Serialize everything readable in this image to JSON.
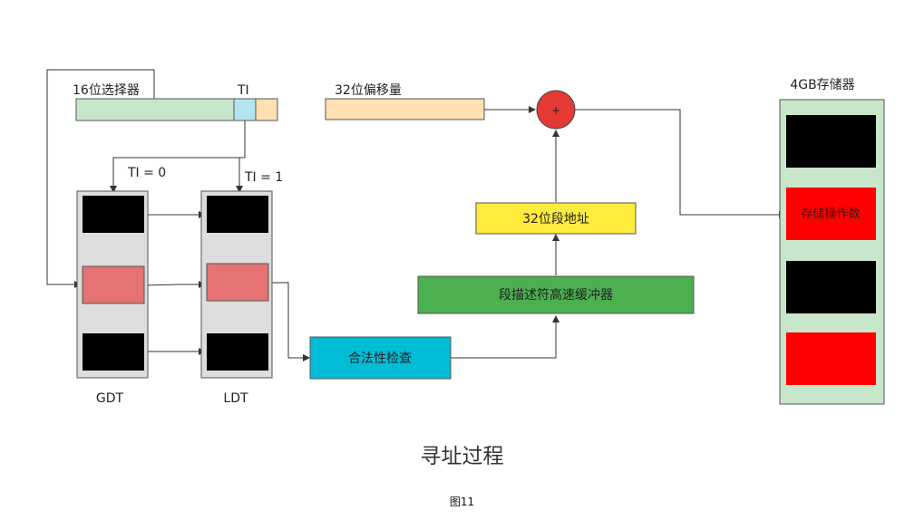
{
  "diagram": {
    "selector_label": "16位选择器",
    "ti_label": "TI",
    "offset_label": "32位偏移量",
    "adder_symbol": "+",
    "memory_label": "4GB存储器",
    "ti0_label": "TI = 0",
    "ti1_label": "TI = 1",
    "seg_addr_label": "32位段地址",
    "cache_label": "段描述符高速缓冲器",
    "check_label": "合法性检查",
    "operand_label": "存储操作数",
    "gdt_label": "GDT",
    "ldt_label": "LDT"
  },
  "colors": {
    "selector_fill": "#c8e6c9",
    "ti_fill": "#b3e5f0",
    "rpl_fill": "#ffe0b2",
    "offset_fill": "#ffe0b2",
    "adder_fill": "#e53935",
    "memory_fill": "#c8e6c9",
    "table_fill": "#dddddd",
    "entry_dark": "#000000",
    "entry_selected": "#e57373",
    "memory_highlight": "#ff0000",
    "seg_addr_fill": "#ffeb3b",
    "cache_fill": "#4caf50",
    "check_fill": "#00bcd4",
    "line": "#333333"
  },
  "title": "寻址过程",
  "caption": "图11"
}
